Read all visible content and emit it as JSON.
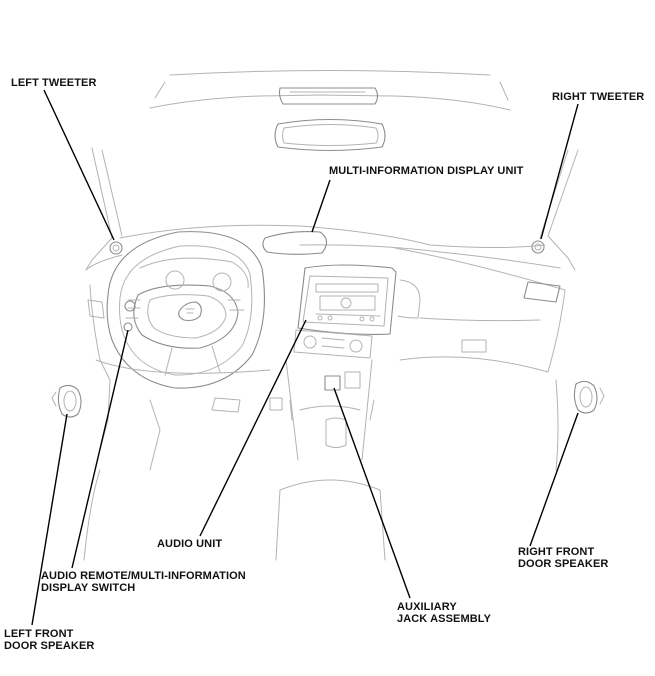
{
  "labels": {
    "left_tweeter": "LEFT TWEETER",
    "right_tweeter": "RIGHT TWEETER",
    "multi_info_display_unit": "MULTI-INFORMATION DISPLAY UNIT",
    "audio_unit": "AUDIO UNIT",
    "audio_remote_switch": "AUDIO REMOTE/MULTI-INFORMATION\nDISPLAY SWITCH",
    "left_front_door_speaker": "LEFT FRONT\nDOOR SPEAKER",
    "right_front_door_speaker": "RIGHT FRONT\nDOOR SPEAKER",
    "auxiliary_jack_assembly": "AUXILIARY\nJACK ASSEMBLY"
  },
  "colors": {
    "line_art": "#b3b3b3",
    "leader": "#000000",
    "text": "#111111"
  }
}
